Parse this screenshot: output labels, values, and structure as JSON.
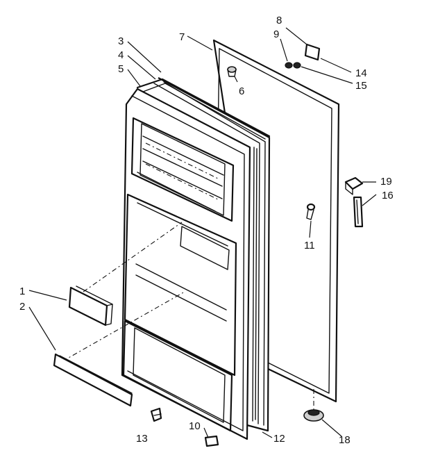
{
  "callouts": {
    "n1": "1",
    "n2": "2",
    "n3": "3",
    "n4": "4",
    "n5": "5",
    "n6": "6",
    "n7": "7",
    "n8": "8",
    "n9": "9",
    "n10": "10",
    "n11": "11",
    "n12": "12",
    "n13": "13",
    "n14": "14",
    "n15": "15",
    "n16": "16",
    "n18": "18",
    "n19": "19"
  },
  "colors": {
    "ink": "#111111",
    "paper": "#ffffff"
  }
}
